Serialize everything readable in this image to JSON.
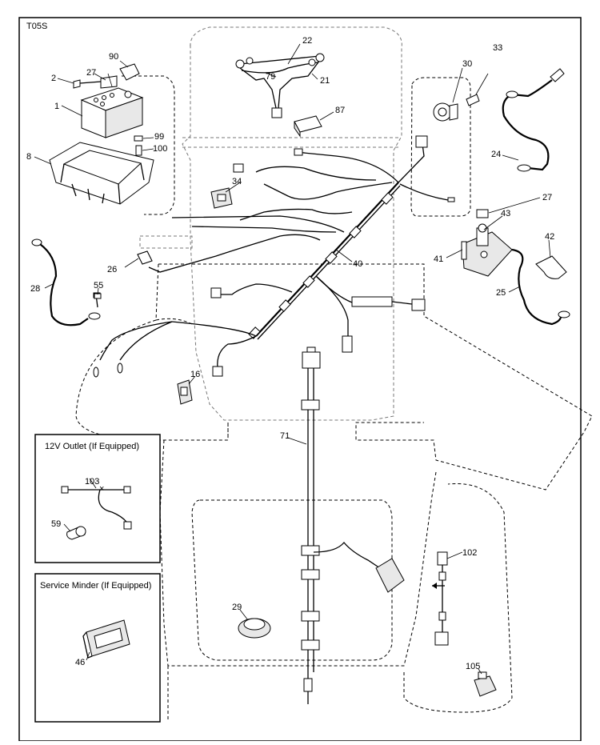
{
  "diagram_code": "T05S",
  "callouts": {
    "c1": "1",
    "c2": "2",
    "c8": "8",
    "c16": "16",
    "c21": "21",
    "c22": "22",
    "c24": "24",
    "c25": "25",
    "c26": "26",
    "c27a": "27",
    "c27b": "27",
    "c28": "28",
    "c29": "29",
    "c30": "30",
    "c33": "33",
    "c34": "34",
    "c40": "40",
    "c41": "41",
    "c42": "42",
    "c43": "43",
    "c46": "46",
    "c55": "55",
    "c59": "59",
    "c71": "71",
    "c79": "79",
    "c87": "87",
    "c90": "90",
    "c99": "99",
    "c100": "100",
    "c102": "102",
    "c103": "103",
    "c105": "105"
  },
  "inset_boxes": {
    "outlet_title": "12V Outlet (If Equipped)",
    "service_title": "Service Minder (If Equipped)"
  }
}
